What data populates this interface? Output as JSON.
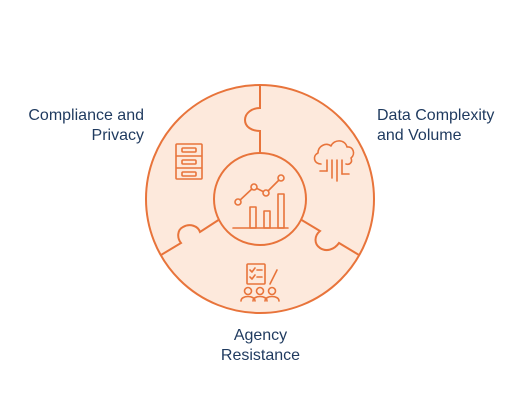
{
  "labels": {
    "compliance": {
      "line1": "Compliance and",
      "line2": "Privacy"
    },
    "data": {
      "line1": "Data Complexity",
      "line2": "and Volume"
    },
    "agency": {
      "line1": "Agency",
      "line2": "Resistance"
    }
  },
  "icons": {
    "compliance": "filing-cabinet-icon",
    "data": "cloud-data-icon",
    "agency": "team-checklist-icon",
    "center": "analytics-chart-icon"
  },
  "colors": {
    "accent": "#e8743b",
    "fill": "#fde9dc",
    "text": "#1f3a5f",
    "background": "#ffffff"
  }
}
